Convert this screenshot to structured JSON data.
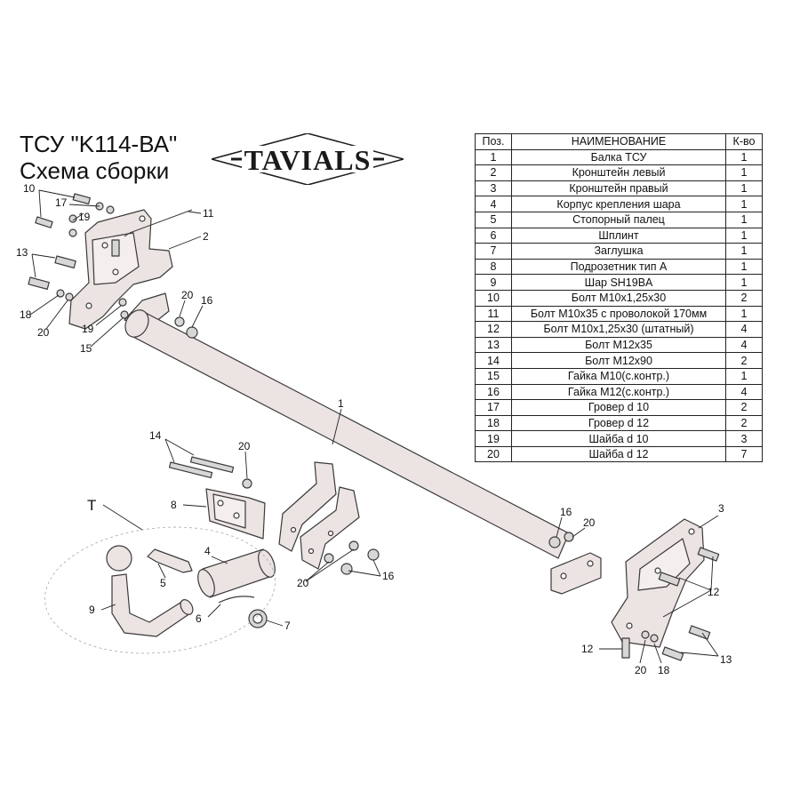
{
  "title_line1": "ТСУ  \"K114-ВА\"",
  "title_line2": "Схема сборки",
  "logo_text": "TAVIALS",
  "table": {
    "headers": [
      "Поз.",
      "НАИМЕНОВАНИЕ",
      "К-во"
    ],
    "rows": [
      [
        "1",
        "Балка ТСУ",
        "1"
      ],
      [
        "2",
        "Кронштейн левый",
        "1"
      ],
      [
        "3",
        "Кронштейн правый",
        "1"
      ],
      [
        "4",
        "Корпус крепления шара",
        "1"
      ],
      [
        "5",
        "Стопорный палец",
        "1"
      ],
      [
        "6",
        "Шплинт",
        "1"
      ],
      [
        "7",
        "Заглушка",
        "1"
      ],
      [
        "8",
        "Подрозетник тип А",
        "1"
      ],
      [
        "9",
        "Шар SH19BA",
        "1"
      ],
      [
        "10",
        "Болт М10х1,25х30",
        "2"
      ],
      [
        "11",
        "Болт М10х35 с проволокой 170мм",
        "1"
      ],
      [
        "12",
        "Болт М10х1,25х30 (штатный)",
        "4"
      ],
      [
        "13",
        "Болт М12х35",
        "4"
      ],
      [
        "14",
        "Болт М12х90",
        "2"
      ],
      [
        "15",
        "Гайка М10(с.контр.)",
        "1"
      ],
      [
        "16",
        "Гайка М12(с.контр.)",
        "4"
      ],
      [
        "17",
        "Гровер d 10",
        "2"
      ],
      [
        "18",
        "Гровер d 12",
        "2"
      ],
      [
        "19",
        "Шайба d 10",
        "3"
      ],
      [
        "20",
        "Шайба d 12",
        "7"
      ]
    ]
  },
  "callouts": {
    "c10a": "10",
    "c17": "17",
    "c19a": "19",
    "c11": "11",
    "c2": "2",
    "c13a": "13",
    "c18a": "18",
    "c20a": "20",
    "c19b": "19",
    "c15": "15",
    "c20b": "20",
    "c16a": "16",
    "c1": "1",
    "c14": "14",
    "c20c": "20",
    "c8": "8",
    "cT": "T",
    "c4": "4",
    "c5": "5",
    "c9": "9",
    "c6": "6",
    "c7": "7",
    "c20d": "20",
    "c16b": "16",
    "c16c": "16",
    "c20e": "20",
    "c3": "3",
    "c12a": "12",
    "c12b": "12",
    "c20f": "20",
    "c18b": "18",
    "c13b": "13"
  },
  "colors": {
    "part_fill": "#ece3e3",
    "part_stroke": "#3a3a3a",
    "hardware_fill": "#d9d6d6",
    "logo_dark": "#1a1a1a",
    "leader": "#222222"
  }
}
